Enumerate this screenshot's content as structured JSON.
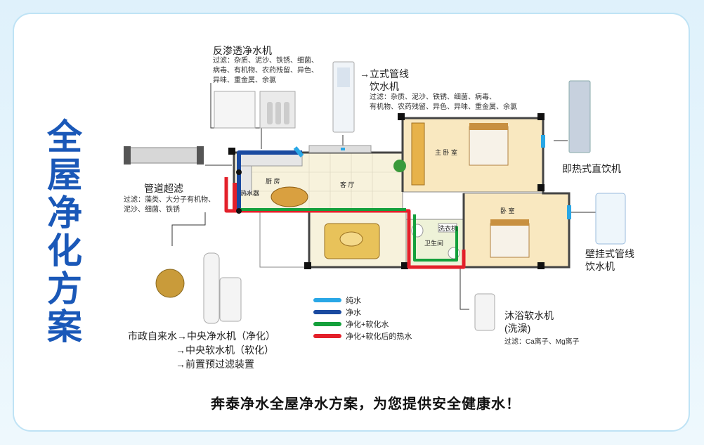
{
  "title_vertical": [
    "全",
    "屋",
    "净",
    "化",
    "方",
    "案"
  ],
  "ro_purifier": {
    "title": "反渗透净水机",
    "filter_lines": [
      "过滤：杂质、泥沙、铁锈、细菌、",
      "病毒、有机物、农药残留、异色、",
      "异味、重金属、余氯"
    ]
  },
  "standing_dispenser": {
    "title_lines": [
      "→立式管线",
      "饮水机"
    ],
    "filter_lines": [
      "过滤：杂质、泥沙、铁锈、细菌、病毒、",
      "有机物、农药残留、异色、异味、重金属、余氯"
    ]
  },
  "instant_hot": {
    "title": "即热式直饮机"
  },
  "wall_dispenser": {
    "title_lines": [
      "壁挂式管线",
      "饮水机"
    ]
  },
  "pipe_filter": {
    "title": "管道超滤",
    "filter_lines": [
      "过滤：藻类、大分子有机物、",
      "泥沙、细菌、铁锈"
    ]
  },
  "central_flow": {
    "lines": [
      "市政自来水→中央净水机（净化）",
      "→中央软水机（软化）",
      "→前置预过滤装置"
    ]
  },
  "bath_softener": {
    "title_lines": [
      "沐浴软水机",
      "(洗澡)"
    ],
    "filter": "过滤：Ca离子、Mg离子"
  },
  "legend": [
    {
      "label": "纯水",
      "color": "#29a7e6"
    },
    {
      "label": "净水",
      "color": "#1a4aa0"
    },
    {
      "label": "净化+软化水",
      "color": "#14a03c"
    },
    {
      "label": "净化+软化后的热水",
      "color": "#e3202a"
    }
  ],
  "rooms": {
    "kitchen": "厨 房",
    "living": "客 厅",
    "master_bedroom": "主 卧 室",
    "bedroom": "卧 室",
    "bathroom": "卫生间",
    "water_heater": "热水器",
    "washer": "洗衣机"
  },
  "slogan": "奔泰净水全屋净水方案，为您提供安全健康水！"
}
